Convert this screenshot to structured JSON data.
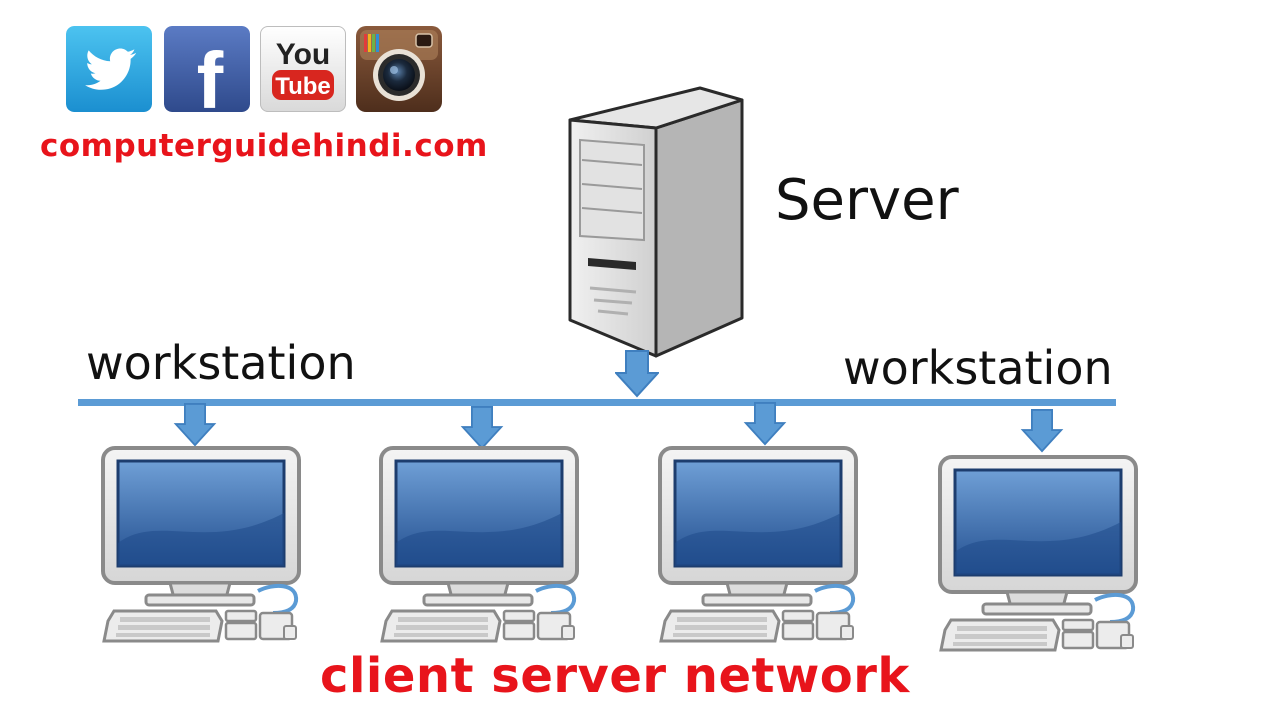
{
  "social": {
    "icons": [
      "twitter-icon",
      "facebook-icon",
      "youtube-icon",
      "instagram-icon"
    ],
    "youtube_top": "You",
    "youtube_bottom": "Tube",
    "facebook_letter": "f"
  },
  "site": {
    "name": "computerguidehindi.com"
  },
  "diagram": {
    "server_label": "Server",
    "workstation_left_label": "workstation",
    "workstation_right_label": "workstation",
    "workstation_count": 4
  },
  "footer": {
    "title": "client server network"
  },
  "colors": {
    "accent_red": "#e8141b",
    "network_blue": "#5b9bd5",
    "screen_blue": "#2f64a8",
    "twitter_bg": "#27a9e1",
    "facebook_bg": "#3b5998",
    "youtube_red": "#d8261f"
  }
}
